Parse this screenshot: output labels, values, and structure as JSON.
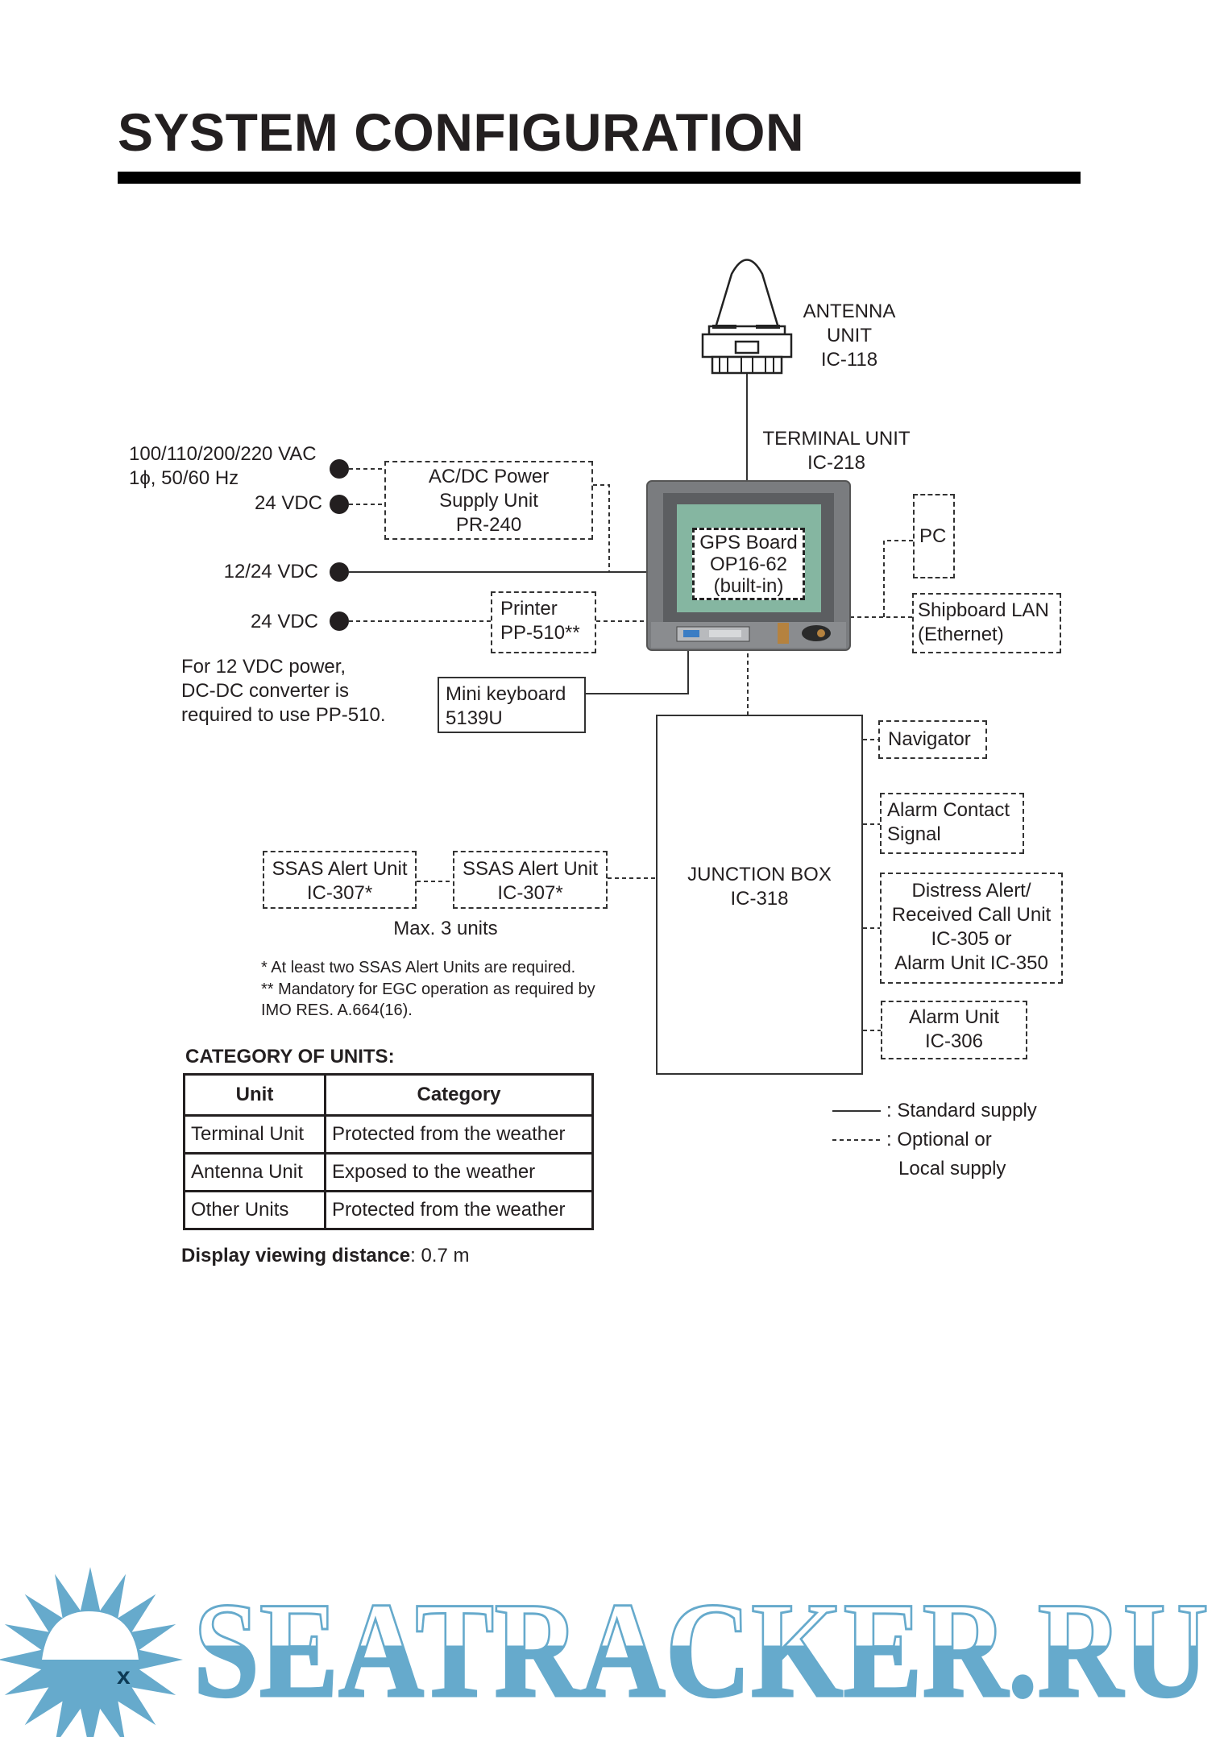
{
  "title": "SYSTEM CONFIGURATION",
  "antenna": {
    "lines": [
      "ANTENNA",
      "UNIT",
      "IC-118"
    ]
  },
  "terminal": {
    "lines": [
      "TERMINAL UNIT",
      "IC-218"
    ]
  },
  "gps_board": {
    "lines": [
      "GPS Board",
      "OP16-62",
      "(built-in)"
    ]
  },
  "power": {
    "vac": "100/110/200/220 VAC",
    "phase": "1ϕ, 50/60 Hz",
    "vdc24_a": "24 VDC",
    "vdc12_24": "12/24 VDC",
    "vdc24_b": "24 VDC",
    "note": [
      "For 12 VDC power,",
      "DC-DC converter is",
      "required to use PP-510."
    ]
  },
  "acdc": {
    "lines": [
      "AC/DC Power",
      "Supply Unit",
      "PR-240"
    ]
  },
  "printer": {
    "lines": [
      "Printer",
      "PP-510**"
    ]
  },
  "keyboard": {
    "lines": [
      "Mini keyboard",
      "5139U"
    ]
  },
  "pc": "PC",
  "lan": {
    "lines": [
      "Shipboard LAN",
      "(Ethernet)"
    ]
  },
  "junction": {
    "lines": [
      "JUNCTION BOX",
      "IC-318"
    ]
  },
  "navigator": "Navigator",
  "alarm_contact": {
    "lines": [
      "Alarm Contact",
      "Signal"
    ]
  },
  "distress": {
    "lines": [
      "Distress Alert/",
      "Received Call Unit",
      "IC-305 or",
      "Alarm Unit IC-350"
    ]
  },
  "alarm_unit": {
    "lines": [
      "Alarm Unit",
      "IC-306"
    ]
  },
  "ssas": [
    {
      "lines": [
        "SSAS Alert Unit",
        "IC-307*"
      ]
    },
    {
      "lines": [
        "SSAS Alert Unit",
        "IC-307*"
      ]
    }
  ],
  "max_units": "Max. 3 units",
  "notes": [
    "* At least two SSAS Alert Units are required.",
    "** Mandatory for EGC operation as required by",
    "IMO RES. A.664(16)."
  ],
  "category": {
    "heading": "CATEGORY OF UNITS:",
    "headers": [
      "Unit",
      "Category"
    ],
    "rows": [
      [
        "Terminal Unit",
        "Protected from the weather"
      ],
      [
        "Antenna Unit",
        "Exposed to the weather"
      ],
      [
        "Other Units",
        "Protected from the weather"
      ]
    ]
  },
  "viewing": {
    "label": "Display viewing distance",
    "value": ": 0.7 m"
  },
  "legend": {
    "standard": ": Standard supply",
    "optional": ": Optional or",
    "local": "Local supply"
  },
  "watermark": {
    "text": "SEATRACKER.RU",
    "color": "#66aacc",
    "mark": "x"
  }
}
